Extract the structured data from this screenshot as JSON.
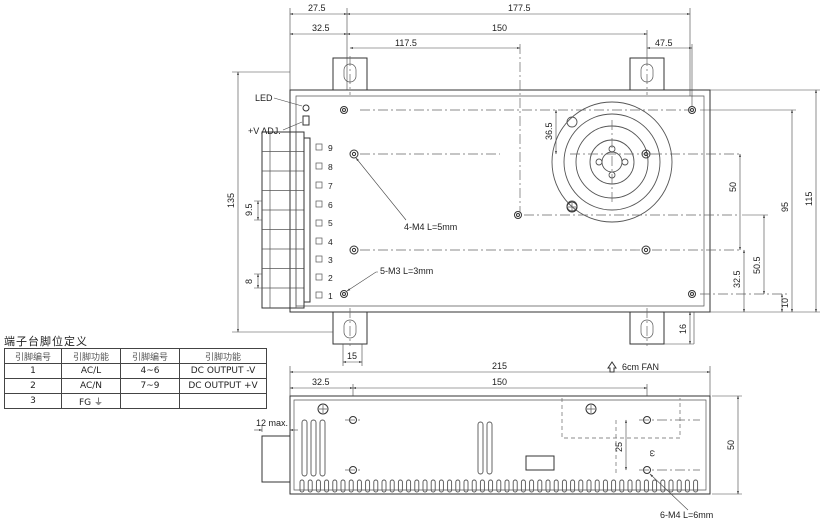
{
  "top_view": {
    "dims": {
      "d_27_5": "27.5",
      "d_177_5": "177.5",
      "d_32_5": "32.5",
      "d_150": "150",
      "d_117_5": "117.5",
      "d_47_5": "47.5",
      "d_36_5": "36.5",
      "d_135": "135",
      "d_9_5": "9.5",
      "d_8": "8",
      "d_50": "50",
      "d_95": "95",
      "d_115": "115",
      "d_50_5": "50.5",
      "d_32_5v": "32.5",
      "d_10": "10",
      "d_16": "16",
      "d_15": "15"
    },
    "labels": {
      "led": "LED",
      "vadj": "+V ADJ.",
      "m4_note": "4-M4 L=5mm",
      "m3_note": "5-M3 L=3mm",
      "fan_note": "6cm FAN"
    },
    "pins": [
      "9",
      "8",
      "7",
      "6",
      "5",
      "4",
      "3",
      "2",
      "1"
    ]
  },
  "side_view": {
    "dims": {
      "d_215": "215",
      "d_32_5": "32.5",
      "d_150": "150",
      "d_12max": "12 max.",
      "d_25": "25",
      "d_50": "50"
    },
    "labels": {
      "m4_note": "6-M4 L=6mm"
    }
  },
  "pin_table": {
    "title": "端子台脚位定义",
    "headers": [
      "引脚编号",
      "引脚功能",
      "引脚编号",
      "引脚功能"
    ],
    "rows": [
      [
        "1",
        "AC/L",
        "4~6",
        "DC OUTPUT -V"
      ],
      [
        "2",
        "AC/N",
        "7~9",
        "DC OUTPUT +V"
      ],
      [
        "3",
        "FG ⏚",
        "",
        ""
      ]
    ]
  }
}
